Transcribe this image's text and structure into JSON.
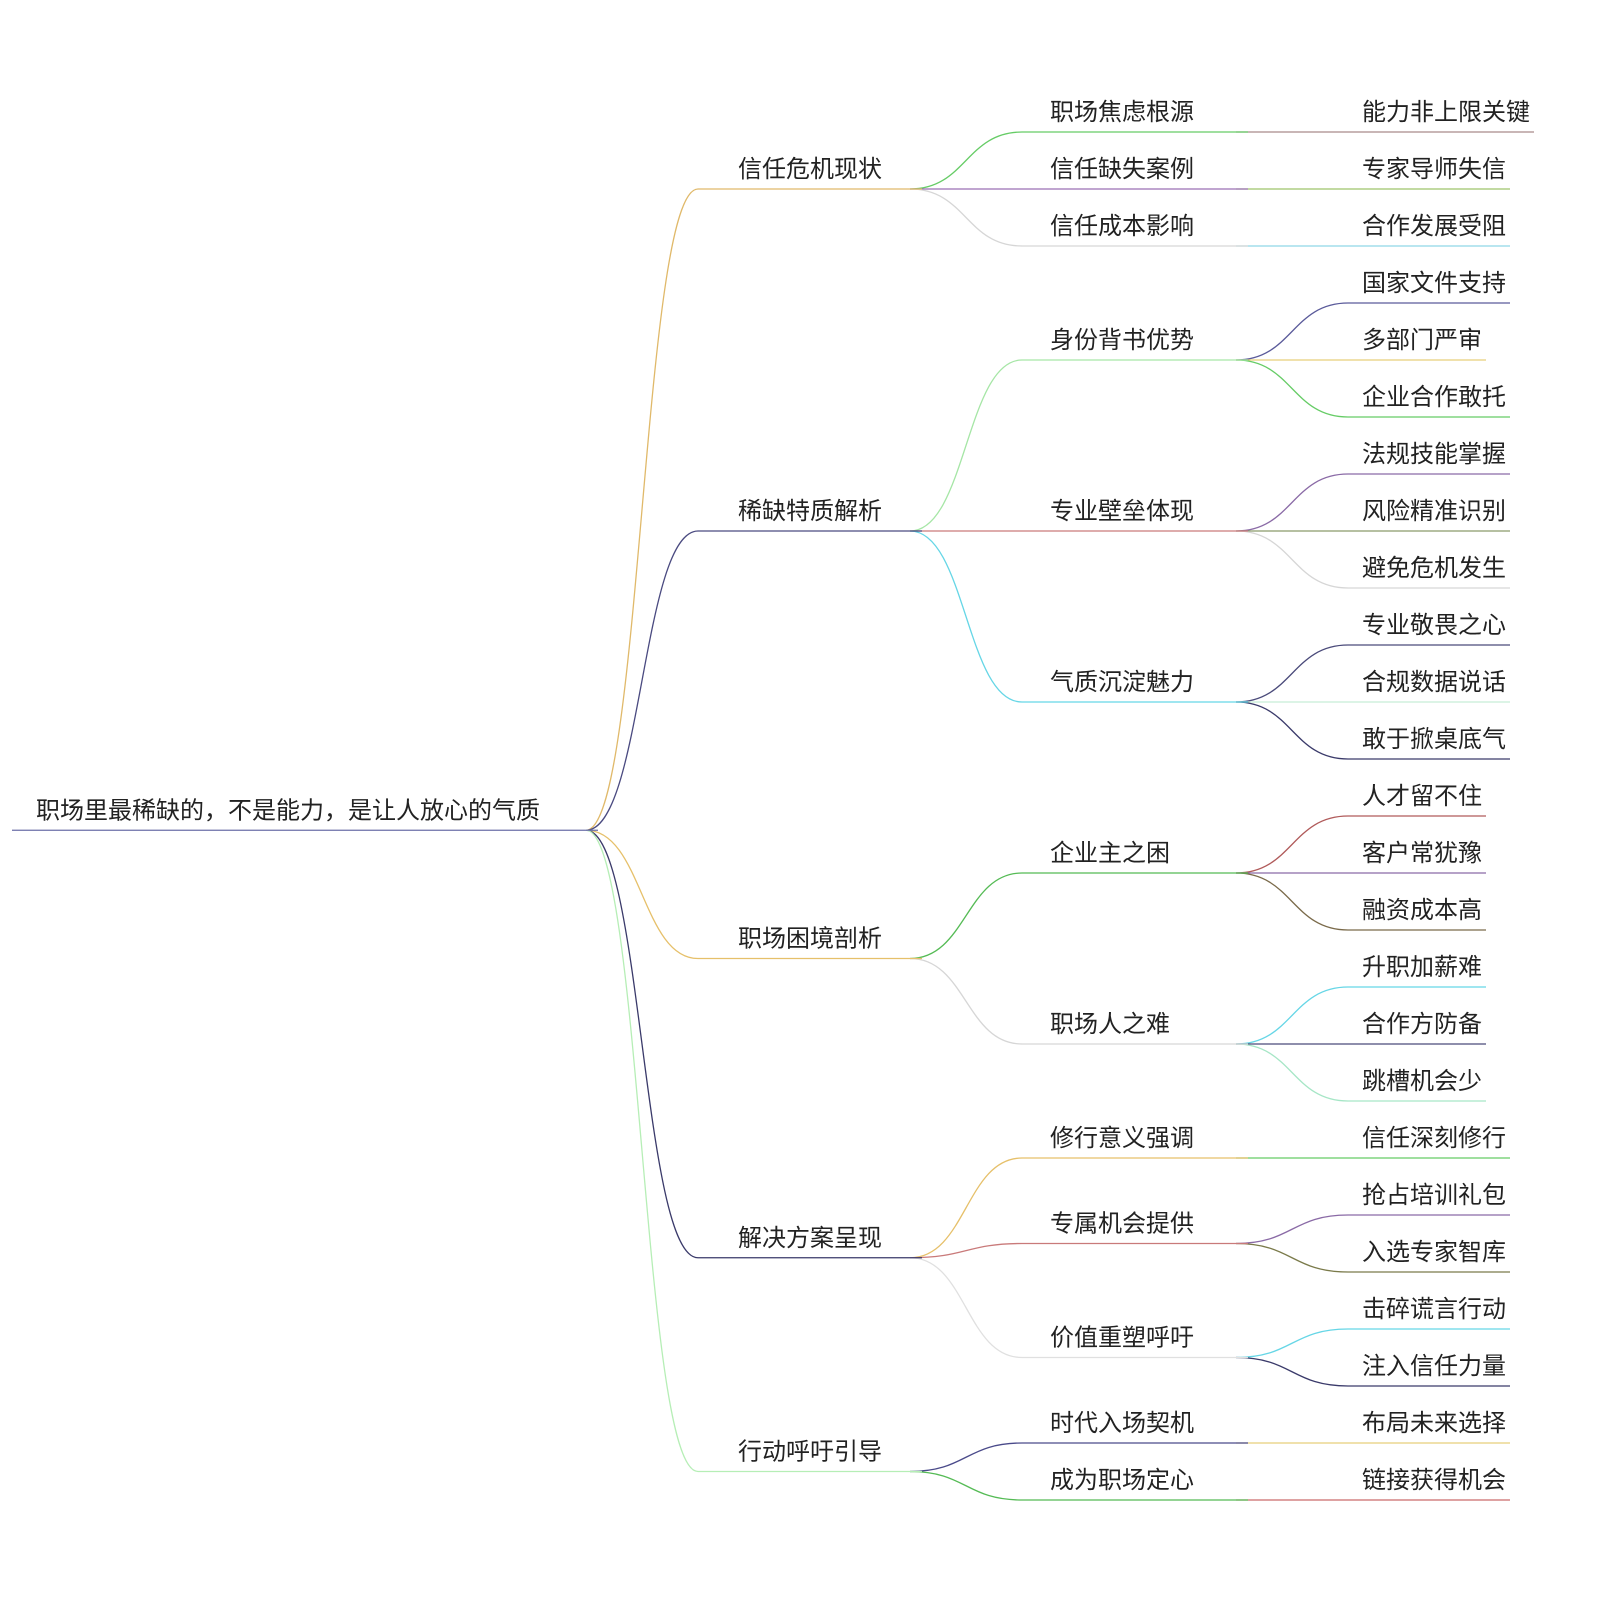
{
  "root": {
    "label": "职场里最稀缺的，不是能力，是让人放心的气质",
    "color": "#6b6fa8",
    "children": [
      {
        "label": "信任危机现状",
        "color": "#e0b96a",
        "children": [
          {
            "label": "职场焦虑根源",
            "color": "#66cc66",
            "children": [
              {
                "label": "能力非上限关键",
                "color": "#a98a8a"
              }
            ]
          },
          {
            "label": "信任缺失案例",
            "color": "#9b6fb5",
            "children": [
              {
                "label": "专家导师失信",
                "color": "#9dc46a"
              }
            ]
          },
          {
            "label": "信任成本影响",
            "color": "#d6d6d6",
            "children": [
              {
                "label": "合作发展受阻",
                "color": "#8fd6e8"
              }
            ]
          }
        ]
      },
      {
        "label": "稀缺特质解析",
        "color": "#4a4a80",
        "children": [
          {
            "label": "身份背书优势",
            "color": "#a6e6a6",
            "children": [
              {
                "label": "国家文件支持",
                "color": "#5a5a9a"
              },
              {
                "label": "多部门严审",
                "color": "#e6cf7a"
              },
              {
                "label": "企业合作敢托",
                "color": "#66cc66"
              }
            ]
          },
          {
            "label": "专业壁垒体现",
            "color": "#c97a7a",
            "children": [
              {
                "label": "法规技能掌握",
                "color": "#8a6aa6"
              },
              {
                "label": "风险精准识别",
                "color": "#8a9a6a"
              },
              {
                "label": "避免危机发生",
                "color": "#d6d6d6"
              }
            ]
          },
          {
            "label": "气质沉淀魅力",
            "color": "#66d6e6",
            "children": [
              {
                "label": "专业敬畏之心",
                "color": "#4a4a7a"
              },
              {
                "label": "合规数据说话",
                "color": "#c6eed6"
              },
              {
                "label": "敢于掀桌底气",
                "color": "#3a3a6a"
              }
            ]
          }
        ]
      },
      {
        "label": "职场困境剖析",
        "color": "#e6c06a",
        "children": [
          {
            "label": "企业主之困",
            "color": "#55bb55",
            "children": [
              {
                "label": "人才留不住",
                "color": "#b05a5a"
              },
              {
                "label": "客户常犹豫",
                "color": "#8a6aa6"
              },
              {
                "label": "融资成本高",
                "color": "#7a6a4a"
              }
            ]
          },
          {
            "label": "职场人之难",
            "color": "#d6d6d6",
            "children": [
              {
                "label": "升职加薪难",
                "color": "#66d6e6"
              },
              {
                "label": "合作方防备",
                "color": "#4a4a7a"
              },
              {
                "label": "跳槽机会少",
                "color": "#a6e6c6"
              }
            ]
          }
        ]
      },
      {
        "label": "解决方案呈现",
        "color": "#3a3a6a",
        "children": [
          {
            "label": "修行意义强调",
            "color": "#e6c06a",
            "children": [
              {
                "label": "信任深刻修行",
                "color": "#66cc66"
              }
            ]
          },
          {
            "label": "专属机会提供",
            "color": "#c97a7a",
            "children": [
              {
                "label": "抢占培训礼包",
                "color": "#8a6aa6"
              },
              {
                "label": "入选专家智库",
                "color": "#7a7a4a"
              }
            ]
          },
          {
            "label": "价值重塑呼吁",
            "color": "#e0e0e0",
            "children": [
              {
                "label": "击碎谎言行动",
                "color": "#66d6e6"
              },
              {
                "label": "注入信任力量",
                "color": "#3a3a6a"
              }
            ]
          }
        ]
      },
      {
        "label": "行动呼吁引导",
        "color": "#b6eeb6",
        "children": [
          {
            "label": "时代入场契机",
            "color": "#4a4a8a",
            "children": [
              {
                "label": "布局未来选择",
                "color": "#e6cf7a"
              }
            ]
          },
          {
            "label": "成为职场定心",
            "color": "#55bb55",
            "children": [
              {
                "label": "链接获得机会",
                "color": "#c96a6a"
              }
            ]
          }
        ]
      }
    ]
  }
}
